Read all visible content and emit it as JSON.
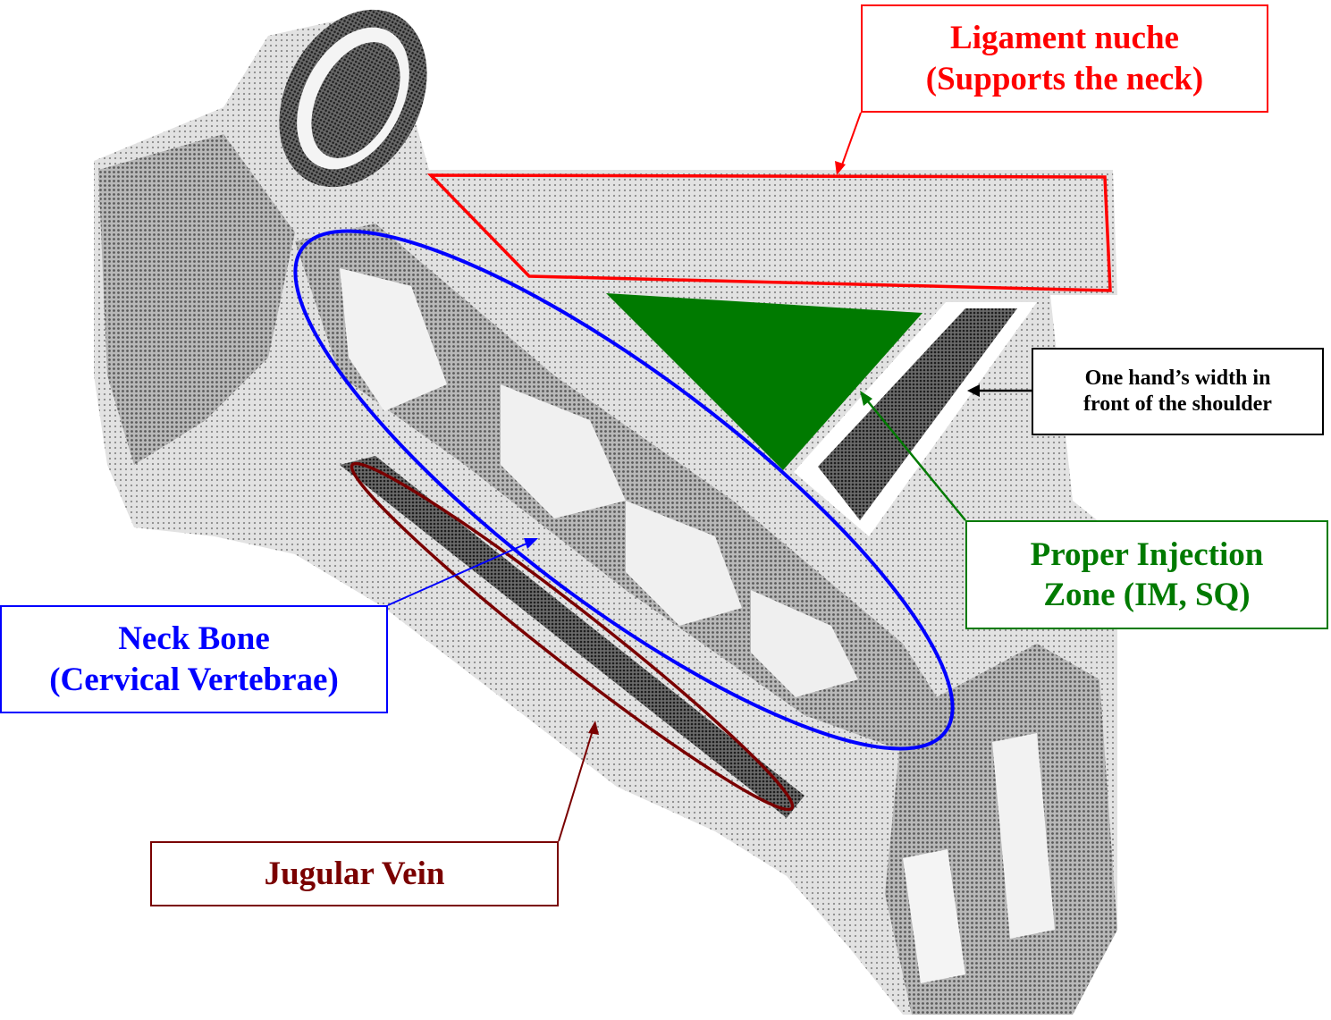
{
  "labels": {
    "ligament": {
      "line1": "Ligament nuche",
      "line2": "(Supports the neck)",
      "color": "#ff0000"
    },
    "hand_width": {
      "line1": "One hand’s width in",
      "line2": "front of the shoulder",
      "color": "#000000"
    },
    "injection_zone": {
      "line1": "Proper Injection",
      "line2": "Zone (IM, SQ)",
      "color": "#007a00"
    },
    "neck_bone": {
      "line1": "Neck Bone",
      "line2": "(Cervical Vertebrae)",
      "color": "#0000ff"
    },
    "jugular": {
      "line1": "Jugular Vein",
      "color": "#7a0000"
    }
  }
}
